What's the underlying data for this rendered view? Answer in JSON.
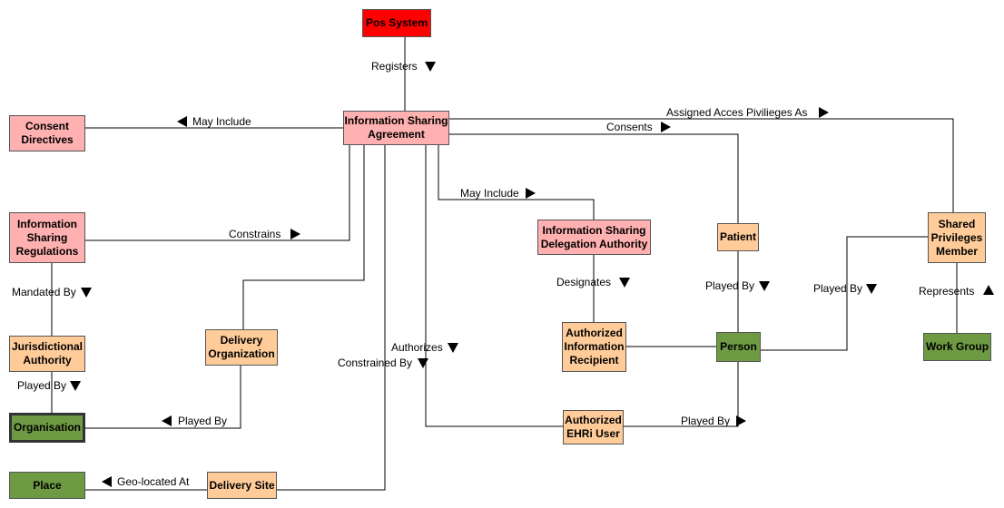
{
  "colors": {
    "root": "#ff0000",
    "act": "#ffb0b0",
    "role": "#ffcc99",
    "entity": "#6e9a44",
    "line": "#000000",
    "border": "#555555"
  },
  "nodes": {
    "pos_system": {
      "text": "Pos System",
      "kind": "root"
    },
    "isa": {
      "text": "Information Sharing\nAgreement",
      "kind": "act"
    },
    "consent_directives": {
      "text": "Consent\nDirectives",
      "kind": "act"
    },
    "is_regulations": {
      "text": "Information\nSharing\nRegulations",
      "kind": "act"
    },
    "delegation_authority": {
      "text": "Information Sharing\nDelegation Authority",
      "kind": "act"
    },
    "patient": {
      "text": "Patient",
      "kind": "role"
    },
    "shared_privileges_member": {
      "text": "Shared\nPrivileges\nMember",
      "kind": "role"
    },
    "jurisdictional_authority": {
      "text": "Jurisdictional\nAuthority",
      "kind": "role"
    },
    "delivery_organization": {
      "text": "Delivery\nOrganization",
      "kind": "role"
    },
    "authorized_info_recipient": {
      "text": "Authorized\nInformation\nRecipient",
      "kind": "role"
    },
    "person": {
      "text": "Person",
      "kind": "entity"
    },
    "work_group": {
      "text": "Work Group",
      "kind": "entity"
    },
    "organisation": {
      "text": "Organisation",
      "kind": "entity"
    },
    "authorized_ehri_user": {
      "text": "Authorized\nEHRi User",
      "kind": "role"
    },
    "place": {
      "text": "Place",
      "kind": "entity"
    },
    "delivery_site": {
      "text": "Delivery Site",
      "kind": "role"
    }
  },
  "labels": {
    "registers": "Registers",
    "may_include_consent": "May Include",
    "assigned_access": "Assigned Acces Pivilieges As",
    "consents": "Consents",
    "may_include_delegation": "May Include",
    "constrains": "Constrains",
    "mandated_by": "Mandated By",
    "designates": "Designates",
    "played_by_patient": "Played By",
    "played_by_shared": "Played By",
    "represents": "Represents",
    "authorizes": "Authorizes",
    "constrained_by": "Constrained By",
    "played_by_jurisdictional": "Played By",
    "played_by_delivery_org": "Played By",
    "played_by_ehri": "Played By",
    "geo_located_at": "Geo-located At"
  },
  "arrows": {
    "registers": "down",
    "may_include_consent": "left",
    "assigned_access": "right",
    "consents": "right",
    "may_include_delegation": "right",
    "constrains": "right",
    "mandated_by": "down",
    "designates": "down",
    "played_by_patient": "down",
    "played_by_shared": "down",
    "represents": "up",
    "authorizes": "down",
    "constrained_by": "down",
    "played_by_jurisdictional": "down",
    "played_by_delivery_org": "left",
    "played_by_ehri": "right",
    "geo_located_at": "left"
  }
}
